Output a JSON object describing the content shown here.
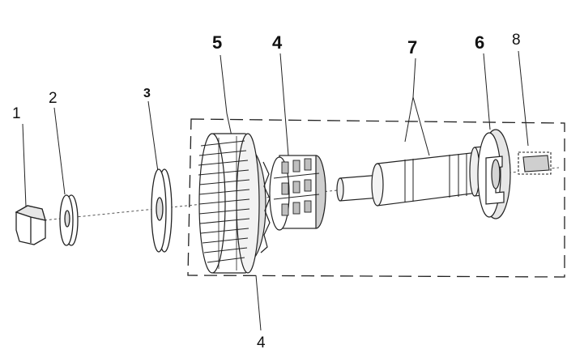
{
  "diagram": {
    "callouts": [
      {
        "id": "1",
        "text": "1",
        "part": "hex-nut"
      },
      {
        "id": "2",
        "text": "2",
        "part": "small-washer"
      },
      {
        "id": "3",
        "text": "3",
        "part": "large-washer"
      },
      {
        "id": "5",
        "text": "5",
        "part": "gear"
      },
      {
        "id": "4a",
        "text": "4",
        "part": "needle-bearing"
      },
      {
        "id": "7",
        "text": "7",
        "part": "shaft"
      },
      {
        "id": "6",
        "text": "6",
        "part": "flange-collar"
      },
      {
        "id": "8",
        "text": "8",
        "part": "key"
      },
      {
        "id": "4b",
        "text": "4",
        "part": "gear-bearing"
      }
    ],
    "colors": {
      "line": "#222222",
      "fill": "#ffffff",
      "shade": "#d9d9d9",
      "dark": "#8a8a8a"
    }
  }
}
